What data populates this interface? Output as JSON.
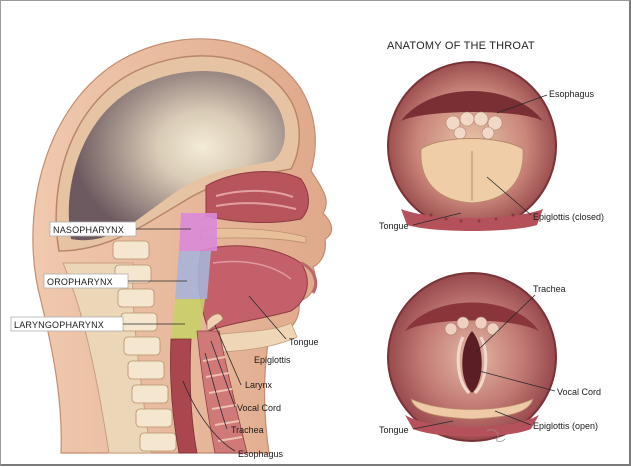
{
  "title": "ANATOMY OF THE THROAT",
  "regions": {
    "nasopharynx": "NASOPHARYNX",
    "oropharynx": "OROPHARYNX",
    "laryngopharynx": "LARYNGOPHARYNX"
  },
  "side_view_labels": {
    "tongue": "Tongue",
    "epiglottis": "Epiglottis",
    "larynx": "Larynx",
    "vocal_cord": "Vocal Cord",
    "trachea": "Trachea",
    "esophagus": "Esophagus"
  },
  "top_view_labels": {
    "esophagus": "Esophagus",
    "tongue": "Tongue",
    "epiglottis_closed": "Epiglottis (closed)"
  },
  "bottom_view_labels": {
    "trachea": "Trachea",
    "vocal_cord": "Vocal Cord",
    "tongue": "Tongue",
    "epiglottis_open": "Epiglottis (open)"
  },
  "colors": {
    "nasopharynx": "#d98ad8",
    "oropharynx": "#a7b4d8",
    "laryngopharynx": "#c8cf6a",
    "tissue": "#b2525a",
    "skin": "#e9b89a",
    "brain": "#8f7a7f"
  }
}
